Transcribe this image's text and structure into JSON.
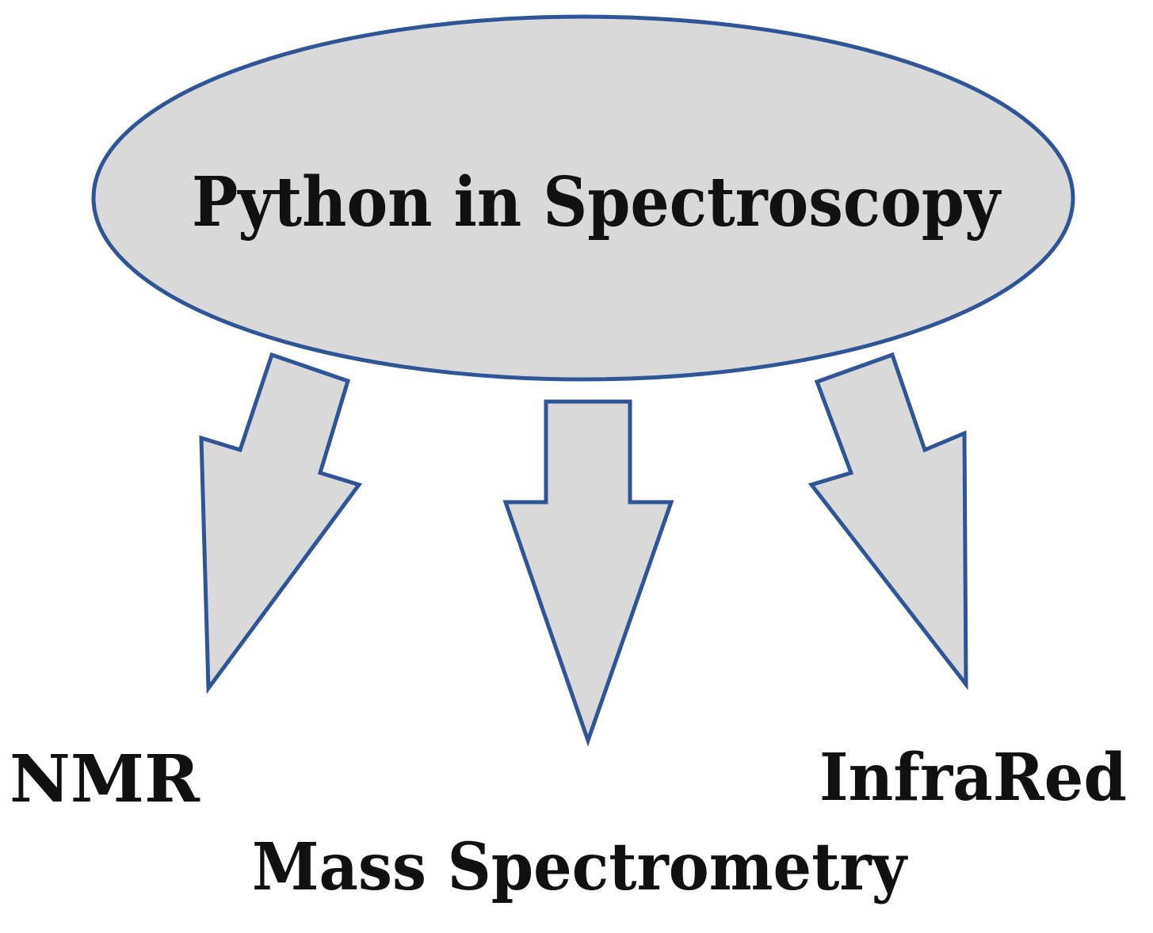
{
  "diagram": {
    "center_node": {
      "label": "Python in Spectroscopy"
    },
    "branches": [
      {
        "label": "NMR"
      },
      {
        "label": "Mass Spectrometry"
      },
      {
        "label": "InfraRed"
      }
    ]
  },
  "colors": {
    "shape_fill": "#d9d9d9",
    "shape_stroke": "#2f5597",
    "text": "#111111",
    "background": "#ffffff"
  }
}
